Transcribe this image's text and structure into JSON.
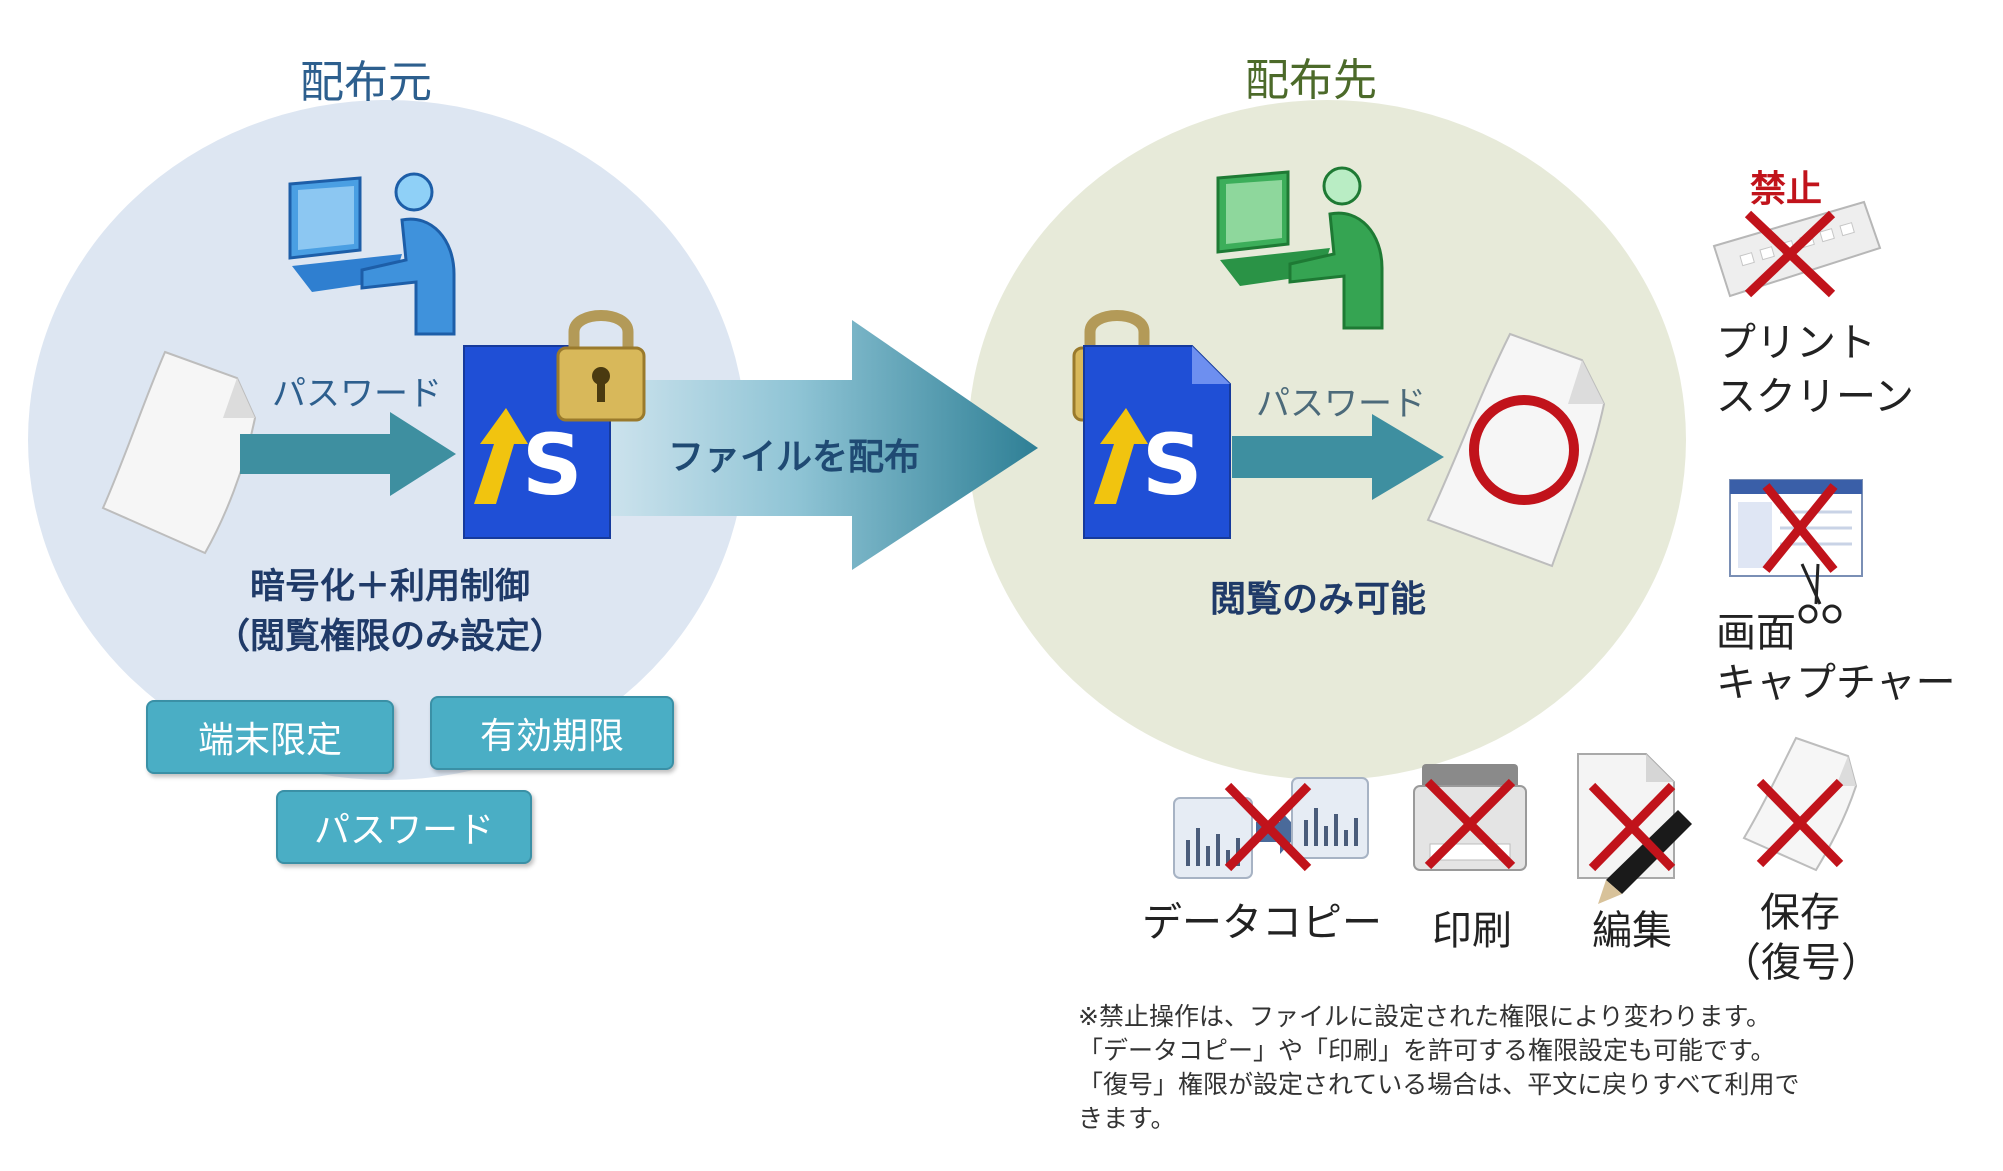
{
  "colors": {
    "source_circle": "#dde6f2",
    "dest_circle": "#e7ead9",
    "source_title": "#2d5f8e",
    "dest_title": "#4c6a2a",
    "arrow_teal": "#3e8fa0",
    "tag_button": "#4aaec5",
    "forbid_red": "#c1131b",
    "ts_blue": "#1f4fd6"
  },
  "source": {
    "title": "配布元",
    "password_label": "パスワード",
    "caption_line1": "暗号化＋利用制御",
    "caption_line2": "（閲覧権限のみ設定）",
    "tags": [
      "端末限定",
      "有効期限",
      "パスワード"
    ]
  },
  "transfer": {
    "label": "ファイルを配布"
  },
  "destination": {
    "title": "配布先",
    "password_label": "パスワード",
    "caption": "閲覧のみ可能"
  },
  "forbidden": {
    "header": "禁止",
    "print_screen_line1": "プリント",
    "print_screen_line2": "スクリーン",
    "screen_capture_line1": "画面",
    "screen_capture_line2": "キャプチャー",
    "data_copy": "データコピー",
    "print": "印刷",
    "edit": "編集",
    "save_line1": "保存",
    "save_line2": "（復号）"
  },
  "notes": [
    "※禁止操作は、ファイルに設定された権限により変わります。",
    "「データコピー」や「印刷」を許可する権限設定も可能です。",
    "「復号」権限が設定されている場合は、平文に戻りすべて利用で",
    "きます。"
  ],
  "icons": {
    "source_user": "user-at-computer-icon",
    "dest_user": "user-at-computer-icon",
    "document": "document-icon",
    "lock": "padlock-icon",
    "ts_file": "ts-protected-file-icon",
    "keyboard": "keyboard-icon",
    "window": "window-icon",
    "scissors": "scissors-icon",
    "chart_copy": "chart-copy-icon",
    "printer": "printer-icon",
    "pen": "pen-icon",
    "cross": "cross-mark-icon",
    "allowed": "circle-mark-icon"
  }
}
